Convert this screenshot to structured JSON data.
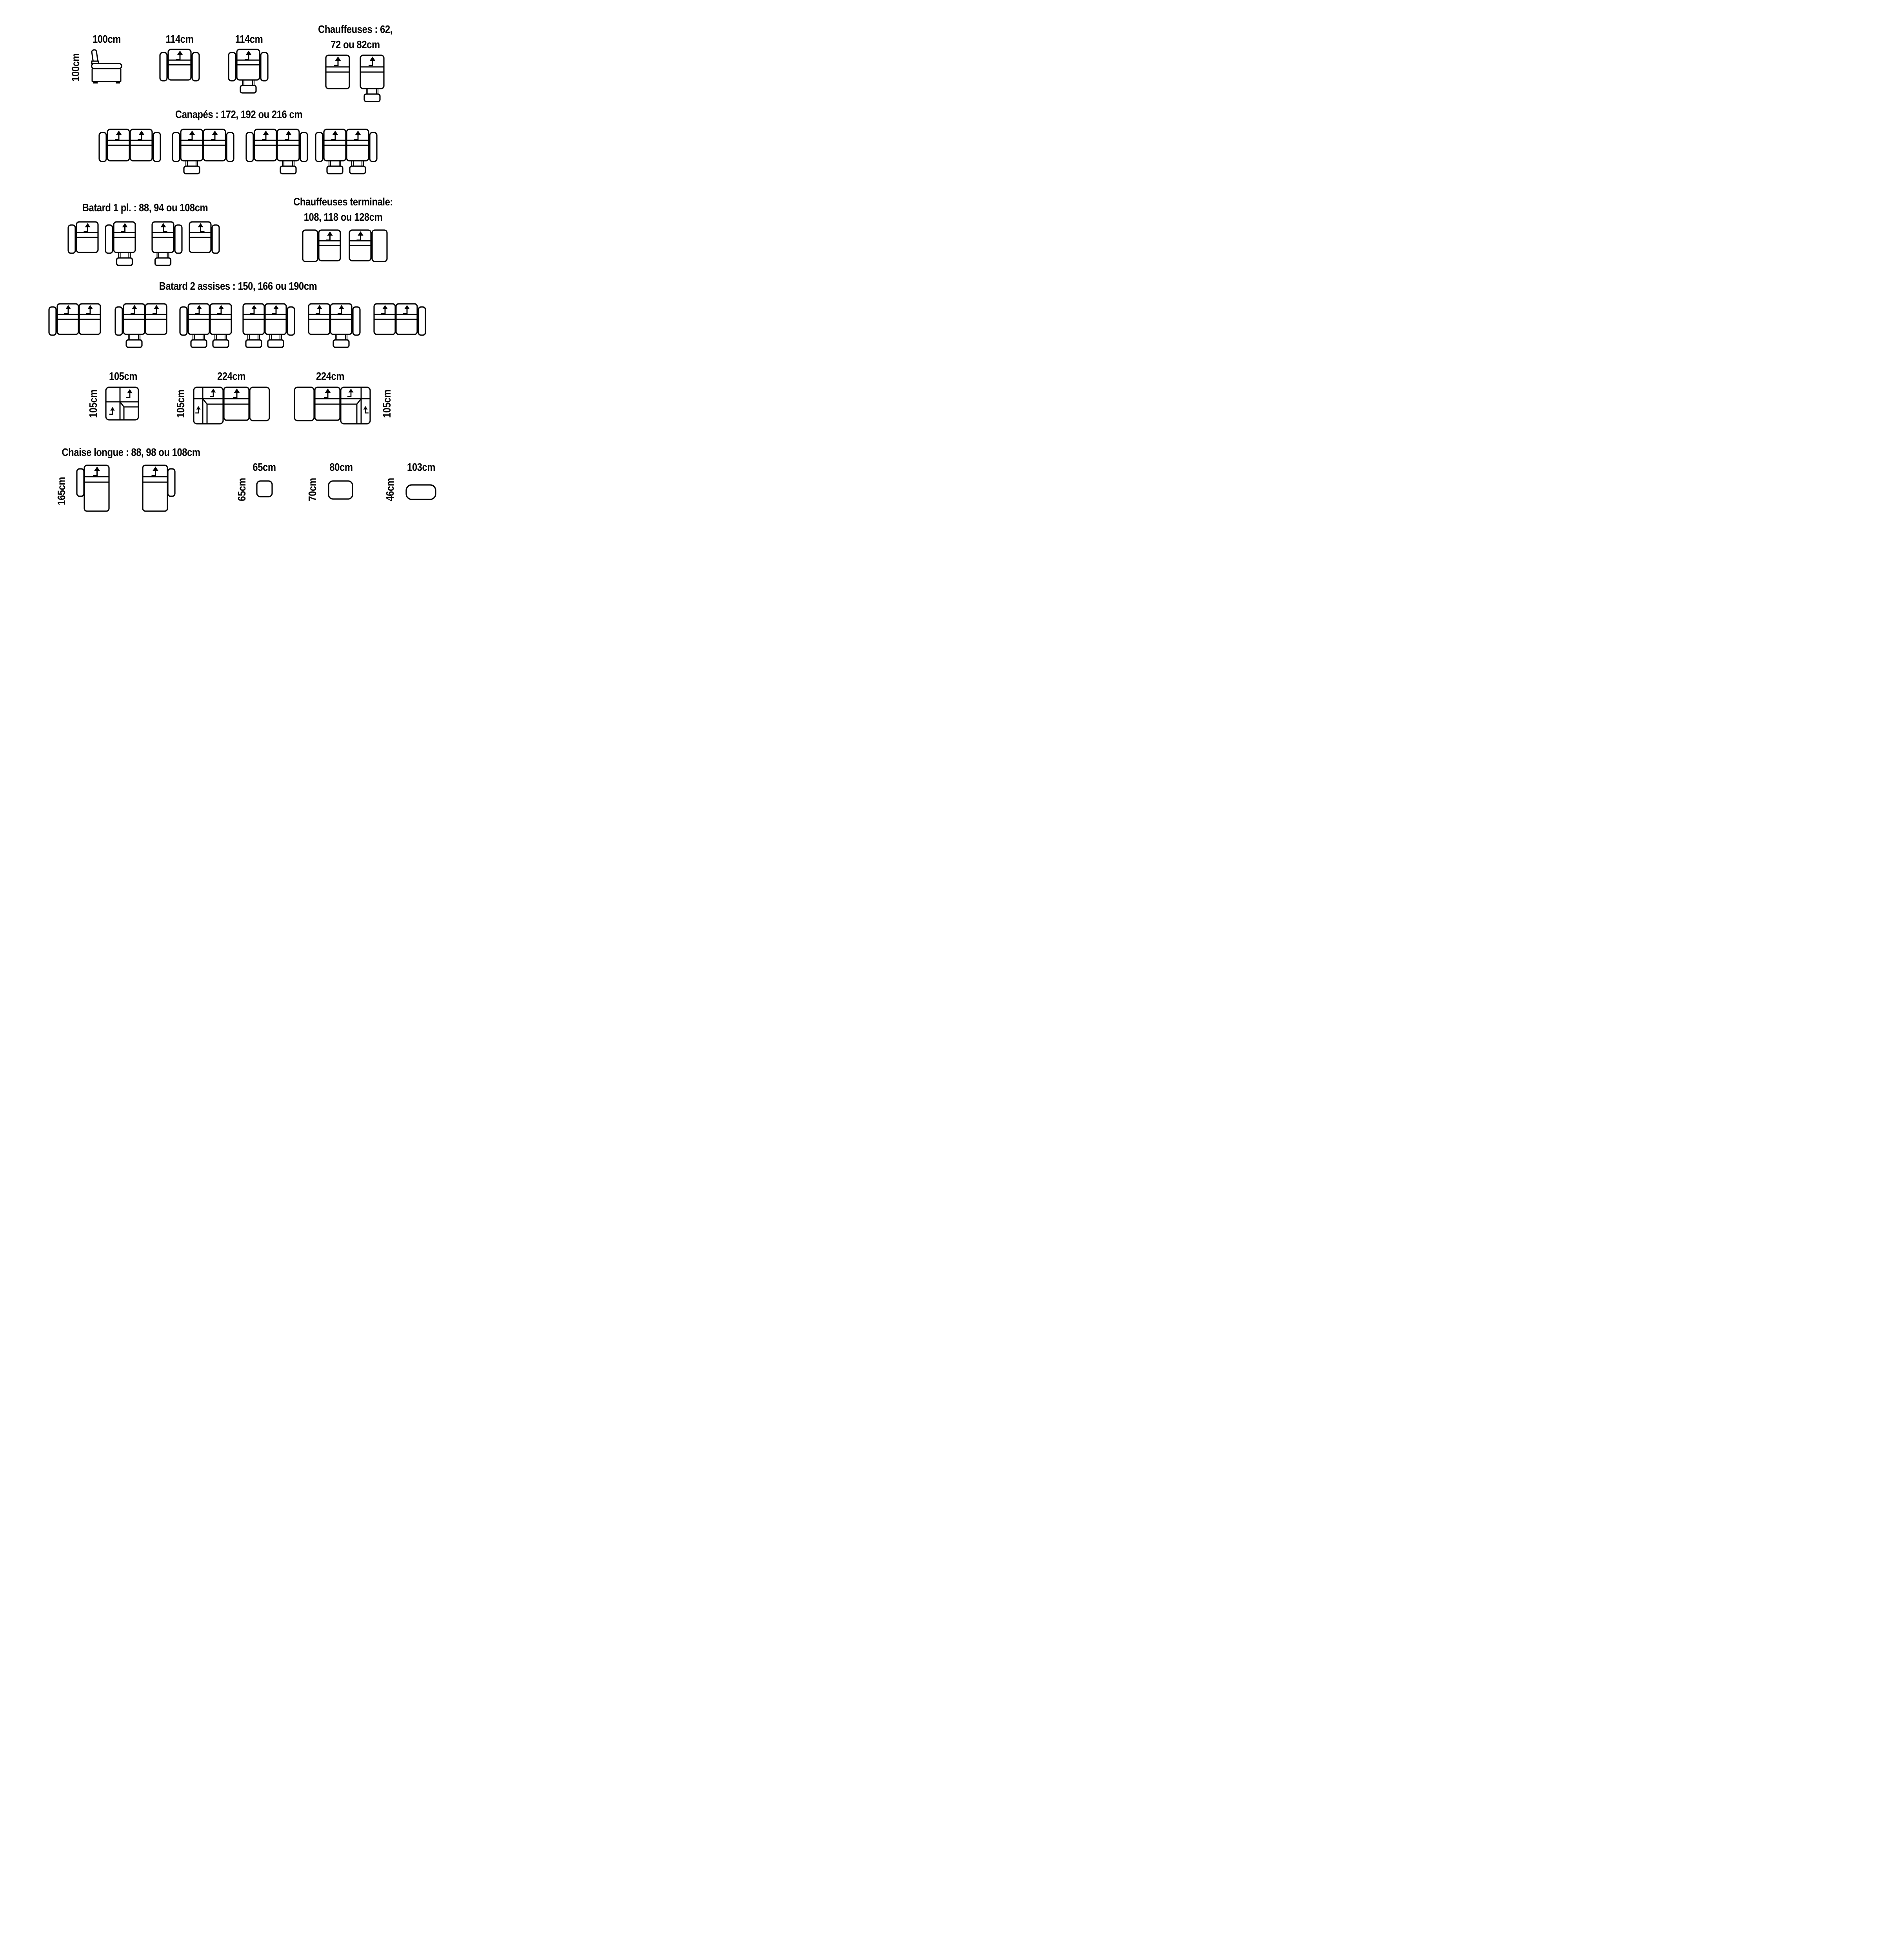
{
  "page": {
    "background": "#ffffff",
    "ink": "#000000"
  },
  "row1": {
    "side_chair_width_label": "100cm",
    "side_chair_depth_label": "100cm",
    "armchair_label": "114cm",
    "armchair_reclined_label": "114cm",
    "chauffeuses_title_line1": "Chauffeuses : 62,",
    "chauffeuses_title_line2": "72 ou 82cm"
  },
  "row2": {
    "title": "Canapés : 172, 192 ou 216 cm"
  },
  "row3": {
    "batard_title": "Batard 1 pl. : 88, 94 ou 108cm",
    "terminale_title_line1": "Chauffeuses terminale:",
    "terminale_title_line2": "108, 118 ou 128cm"
  },
  "row4": {
    "title": "Batard 2 assises : 150, 166 ou 190cm"
  },
  "row5": {
    "corner_width_label": "105cm",
    "corner_depth_label": "105cm",
    "sectional_left_width_label": "224cm",
    "sectional_left_depth_label": "105cm",
    "sectional_right_width_label": "224cm",
    "sectional_right_depth_label": "105cm"
  },
  "row6": {
    "title": "Chaise longue : 88, 98 ou 108cm",
    "depth_label": "165cm",
    "pouf_small_width_label": "65cm",
    "pouf_small_depth_label": "65cm",
    "pouf_medium_width_label": "80cm",
    "pouf_medium_depth_label": "70cm",
    "pouf_large_width_label": "103cm",
    "pouf_large_depth_label": "46cm"
  },
  "figures": {
    "side_chair": {
      "type": "sideview"
    },
    "armchair": {
      "type": "group",
      "arms": "both",
      "seats": 1,
      "seatW": 58,
      "seatH": 78,
      "footrests": []
    },
    "armchair_reclined": {
      "type": "group",
      "arms": "both",
      "seats": 1,
      "seatW": 58,
      "seatH": 78,
      "footrests": [
        0
      ]
    },
    "chauffeuse": {
      "type": "group",
      "arms": "none",
      "seats": 1,
      "seatW": 60,
      "seatH": 85,
      "footrests": []
    },
    "chauffeuse_reclined": {
      "type": "group",
      "arms": "none",
      "seats": 1,
      "seatW": 60,
      "seatH": 85,
      "footrests": [
        0
      ]
    },
    "sofa_1": {
      "type": "group",
      "arms": "both",
      "seats": 2,
      "seatW": 56,
      "seatH": 80,
      "footrests": []
    },
    "sofa_2": {
      "type": "group",
      "arms": "both",
      "seats": 2,
      "seatW": 56,
      "seatH": 80,
      "footrests": [
        0
      ]
    },
    "sofa_3": {
      "type": "group",
      "arms": "both",
      "seats": 2,
      "seatW": 56,
      "seatH": 80,
      "footrests": [
        1
      ]
    },
    "sofa_4": {
      "type": "group",
      "arms": "both",
      "seats": 2,
      "seatW": 56,
      "seatH": 80,
      "footrests": [
        0,
        1
      ]
    },
    "batard1_1": {
      "type": "group",
      "arms": "left",
      "seats": 1,
      "seatW": 55,
      "seatH": 78,
      "footrests": []
    },
    "batard1_2": {
      "type": "group",
      "arms": "left",
      "seats": 1,
      "seatW": 55,
      "seatH": 78,
      "footrests": [
        0
      ]
    },
    "batard1_3": {
      "type": "group",
      "arms": "right",
      "seats": 1,
      "seatW": 55,
      "seatH": 78,
      "footrests": [
        0
      ],
      "mirrorArrow": true
    },
    "batard1_4": {
      "type": "group",
      "arms": "right",
      "seats": 1,
      "seatW": 55,
      "seatH": 78,
      "footrests": [],
      "mirrorArrow": true
    },
    "terminale_left": {
      "type": "group",
      "arms": "none",
      "seats": 1,
      "seatW": 55,
      "seatH": 78,
      "footrests": [],
      "panel": "left",
      "panelW": 38
    },
    "terminale_right": {
      "type": "group",
      "arms": "none",
      "seats": 1,
      "seatW": 55,
      "seatH": 78,
      "footrests": [],
      "panel": "right",
      "panelW": 38
    },
    "batard2_1": {
      "type": "group",
      "arms": "left",
      "seats": 2,
      "seatW": 54,
      "seatH": 78,
      "footrests": []
    },
    "batard2_2": {
      "type": "group",
      "arms": "left",
      "seats": 2,
      "seatW": 54,
      "seatH": 78,
      "footrests": [
        0
      ]
    },
    "batard2_3": {
      "type": "group",
      "arms": "left",
      "seats": 2,
      "seatW": 54,
      "seatH": 78,
      "footrests": [
        0,
        1
      ]
    },
    "batard2_4": {
      "type": "group",
      "arms": "right",
      "seats": 2,
      "seatW": 54,
      "seatH": 78,
      "footrests": [
        0,
        1
      ]
    },
    "batard2_5": {
      "type": "group",
      "arms": "right",
      "seats": 2,
      "seatW": 54,
      "seatH": 78,
      "footrests": [
        1
      ]
    },
    "batard2_6": {
      "type": "group",
      "arms": "right",
      "seats": 2,
      "seatW": 54,
      "seatH": 78,
      "footrests": []
    },
    "corner": {
      "type": "corner"
    },
    "sectional_left": {
      "type": "sectional",
      "side": "left"
    },
    "sectional_right": {
      "type": "sectional",
      "side": "right"
    },
    "chaise_left": {
      "type": "chaise",
      "arm": "left"
    },
    "chaise_right": {
      "type": "chaise",
      "arm": "right"
    },
    "pouf_small": {
      "type": "pouf",
      "w": 39,
      "h": 40,
      "rx": 9
    },
    "pouf_medium": {
      "type": "pouf",
      "w": 61,
      "h": 46,
      "rx": 11
    },
    "pouf_large": {
      "type": "pouf",
      "w": 75,
      "h": 37,
      "rx": 14
    }
  }
}
